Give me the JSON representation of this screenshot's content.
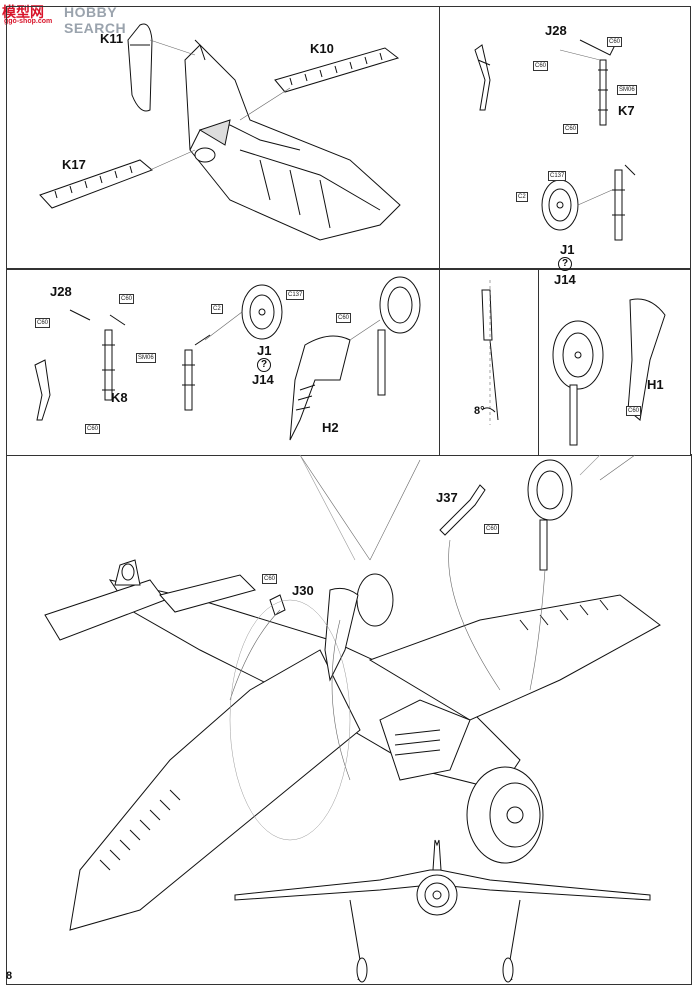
{
  "watermark": {
    "brand": "模型网",
    "search": "HOBBY SEARCH",
    "url": "ggo-shop.com"
  },
  "page_number": "8",
  "panel_1": {
    "labels": {
      "k11": "K11",
      "k10": "K10",
      "k17": "K17"
    }
  },
  "panel_2": {
    "labels": {
      "j28": "J28",
      "k7": "K7",
      "j1": "J1",
      "j14": "J14"
    },
    "tags": {
      "c60_a": "C60",
      "c60_b": "C60",
      "c60_c": "C60",
      "sm06": "SM06",
      "c137": "C137",
      "c2": "C2"
    }
  },
  "panel_3": {
    "labels": {
      "j28": "J28",
      "k8": "K8",
      "j1": "J1",
      "j14": "J14",
      "h2": "H2"
    },
    "tags": {
      "c60_a": "C60",
      "c60_b": "C60",
      "c60_c": "C60",
      "c60_d": "C60",
      "sm06": "SM06",
      "c137": "C137",
      "c2": "C2"
    }
  },
  "panel_4": {
    "angle": "8°"
  },
  "panel_5": {
    "labels": {
      "h1": "H1"
    },
    "tags": {
      "c60": "C60"
    }
  },
  "main_view": {
    "labels": {
      "j37": "J37",
      "j30": "J30"
    },
    "tags": {
      "c60_a": "C60",
      "c60_b": "C60"
    }
  },
  "help_symbol": "?",
  "colors": {
    "ink": "#111111",
    "watermark_red": "#d8142a",
    "watermark_grey": "#9aa3ad"
  }
}
